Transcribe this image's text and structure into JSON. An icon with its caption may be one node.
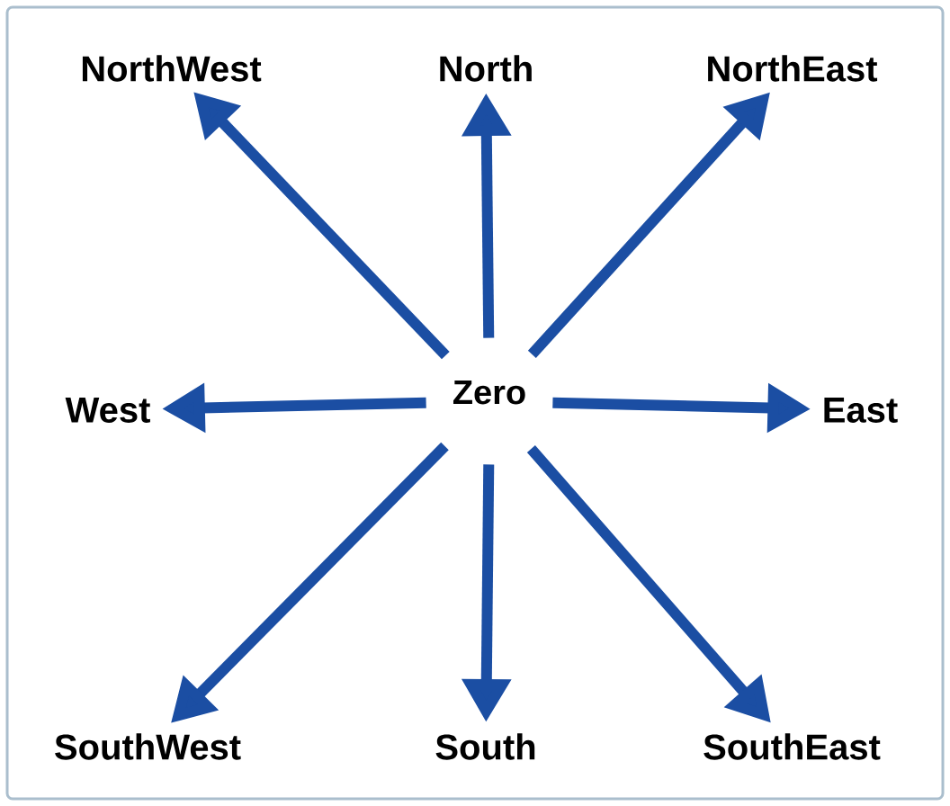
{
  "diagram": {
    "nodes": [
      {
        "text": [
          "Zero"
        ]
      },
      {
        "text": [
          "NorthWest"
        ]
      },
      {
        "text": [
          "North"
        ]
      },
      {
        "text": [
          "NorthEast"
        ]
      },
      {
        "text": [
          "West"
        ]
      },
      {
        "text": [
          "East"
        ]
      },
      {
        "text": [
          "SouthWest"
        ]
      },
      {
        "text": [
          "South"
        ]
      },
      {
        "text": [
          "SouthEast"
        ]
      }
    ],
    "edges": [
      {
        "from": 0,
        "to": 1,
        "arrow": "to"
      },
      {
        "from": 0,
        "to": 2,
        "arrow": "to"
      },
      {
        "from": 0,
        "to": 3,
        "arrow": "to"
      },
      {
        "from": 0,
        "to": 4,
        "arrow": "to"
      },
      {
        "from": 0,
        "to": 5,
        "arrow": "to"
      },
      {
        "from": 0,
        "to": 6,
        "arrow": "to"
      },
      {
        "from": 0,
        "to": 7,
        "arrow": "to"
      },
      {
        "from": 0,
        "to": 8,
        "arrow": "to"
      }
    ]
  }
}
